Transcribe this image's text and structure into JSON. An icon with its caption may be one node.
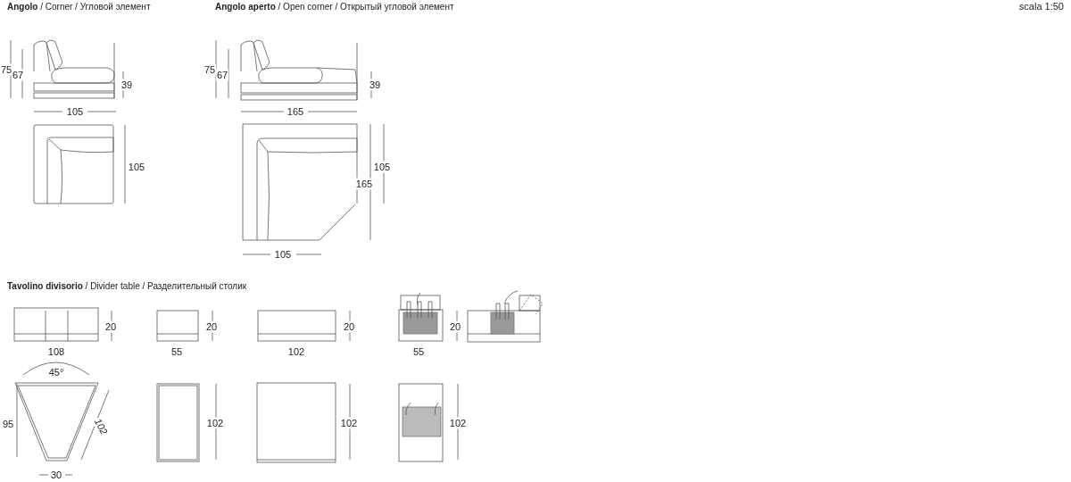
{
  "diagram": {
    "labels": [
      "**Angolo** / Corner / Угловой элемент",
      "**Angolo aperto** / Open corner / Открытый угловой элемент",
      "scala 1:50",
      "75",
      "67",
      "75",
      "67",
      "39",
      "39",
      "105",
      "165",
      "105",
      "105",
      "165",
      "105",
      "**Tavolino divisorio** / Divider table / Разделительный столик",
      "20",
      "20",
      "20",
      "20",
      "108",
      "55",
      "102",
      "55",
      "45°",
      "95",
      "102",
      "102",
      "102",
      "102",
      "30"
    ]
  }
}
